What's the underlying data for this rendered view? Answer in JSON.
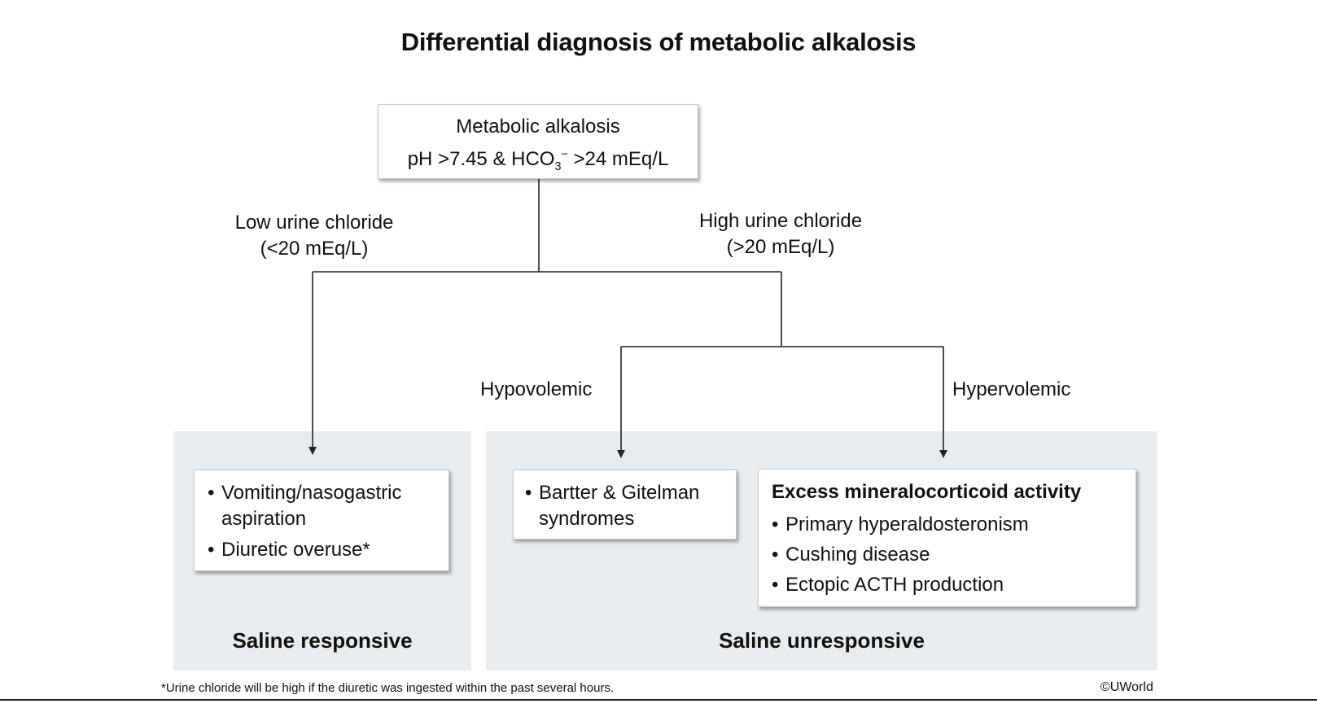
{
  "title": "Differential diagnosis of metabolic alkalosis",
  "root": {
    "line1": "Metabolic alkalosis",
    "line2_pre": "pH >7.45 & HCO",
    "line2_sub": "3",
    "line2_sup": "−",
    "line2_post": " >24 mEq/L"
  },
  "branches": {
    "low_line1": "Low urine chloride",
    "low_line2": "(<20 mEq/L)",
    "high_line1": "High urine chloride",
    "high_line2": "(>20 mEq/L)",
    "hypovolemic": "Hypovolemic",
    "hypervolemic": "Hypervolemic"
  },
  "saline_responsive": {
    "items": [
      "Vomiting/nasogastric aspiration",
      "Diuretic overuse*"
    ],
    "label": "Saline responsive"
  },
  "saline_unresponsive": {
    "bartter_items": [
      "Bartter & Gitelman syndromes"
    ],
    "mineralocorticoid_header": "Excess mineralocorticoid activity",
    "mineralocorticoid_items": [
      "Primary hyperaldosteronism",
      "Cushing disease",
      "Ectopic ACTH production"
    ],
    "label": "Saline unresponsive"
  },
  "footnote": "*Urine chloride will be high if the diuretic was ingested within the past several hours.",
  "copyright": "©UWorld",
  "colors": {
    "panel": "#e9ecee",
    "line": "#222222"
  }
}
